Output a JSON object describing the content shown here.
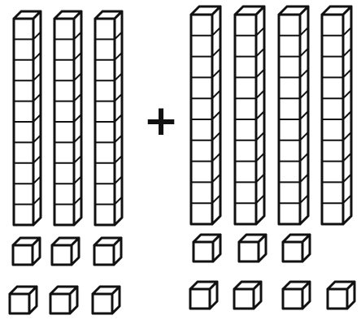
{
  "operator": "+",
  "colors": {
    "stroke": "#111111",
    "fill": "#ffffff"
  },
  "groups": [
    {
      "name": "left-addend",
      "tens": 3,
      "ones": 6
    },
    {
      "name": "right-addend",
      "tens": 4,
      "ones": 7
    }
  ]
}
